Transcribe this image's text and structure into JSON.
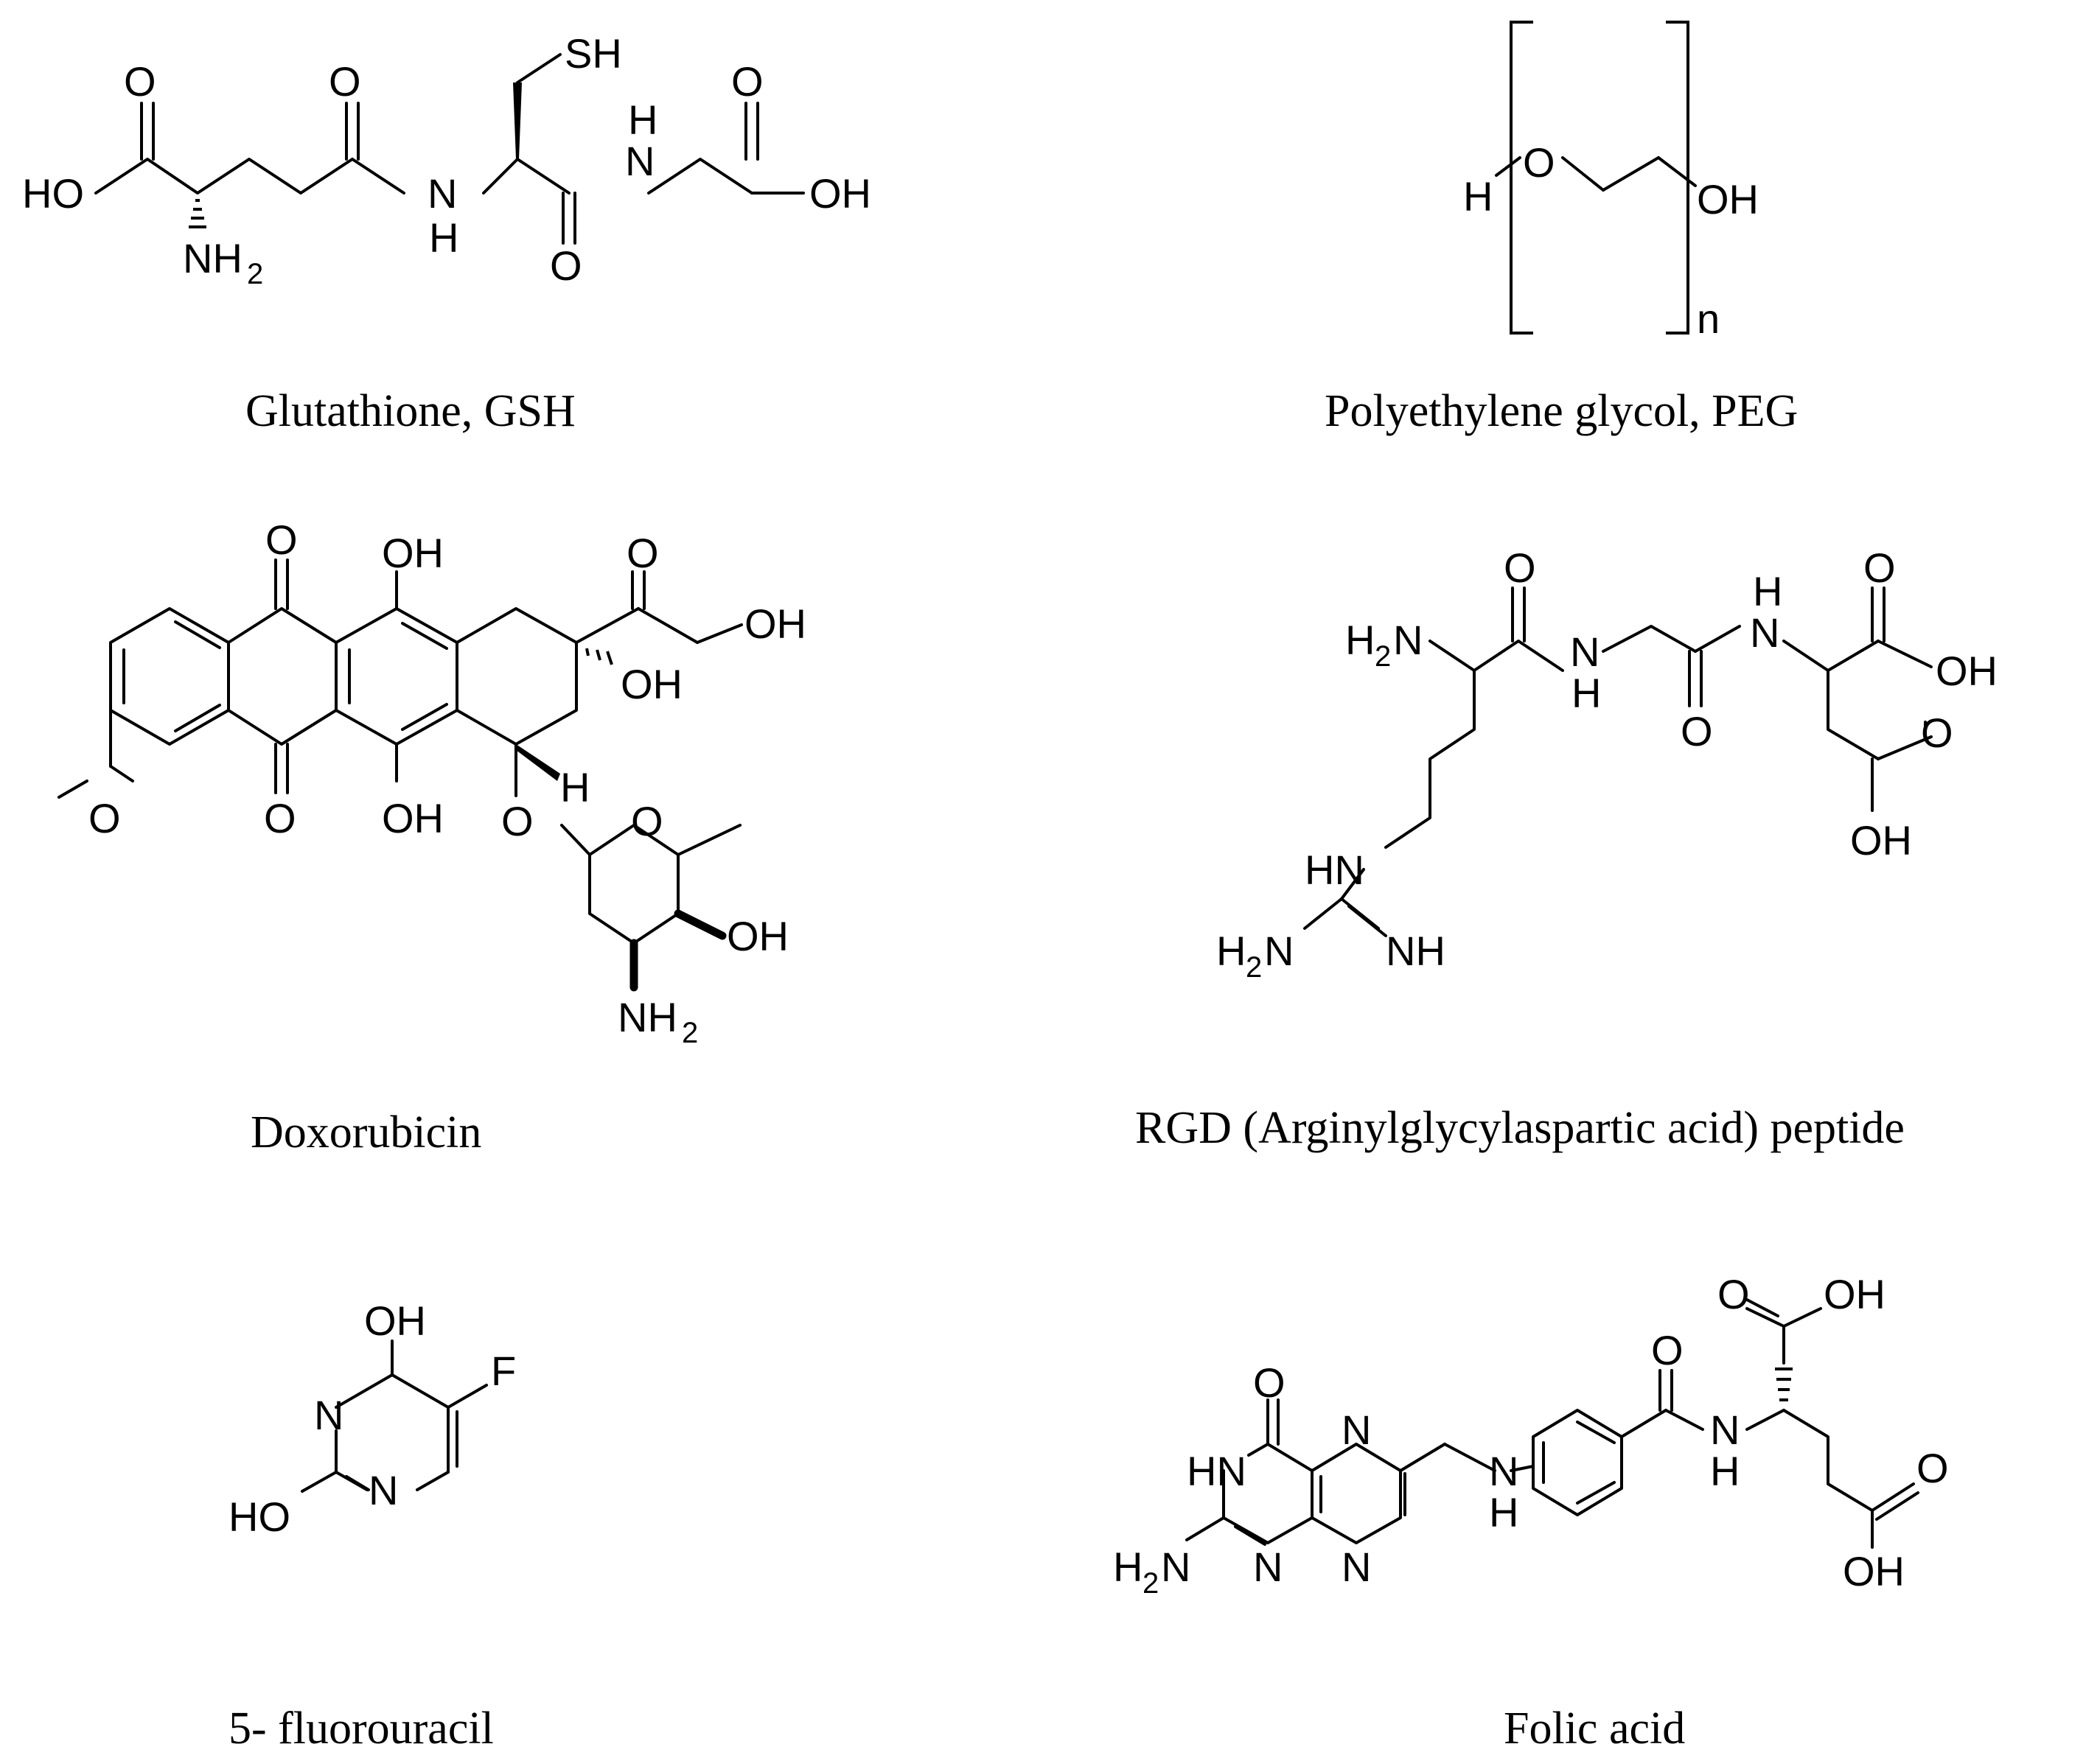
{
  "captions": {
    "glutathione": "Glutathione, GSH",
    "peg": "Polyethylene glycol, PEG",
    "doxorubicin": "Doxorubicin",
    "rgd": "RGD (Arginylglycylaspartic  acid) peptide",
    "fluorouracil": "5- fluorouracil",
    "folic_acid": "Folic acid"
  },
  "atoms": {
    "O": "O",
    "OH": "OH",
    "HO": "HO",
    "H": "H",
    "N": "N",
    "NH": "NH",
    "HN": "HN",
    "SH": "SH",
    "F": "F",
    "NH2_main": "NH",
    "H2_main": "H",
    "sub2": "2",
    "n": "n"
  }
}
